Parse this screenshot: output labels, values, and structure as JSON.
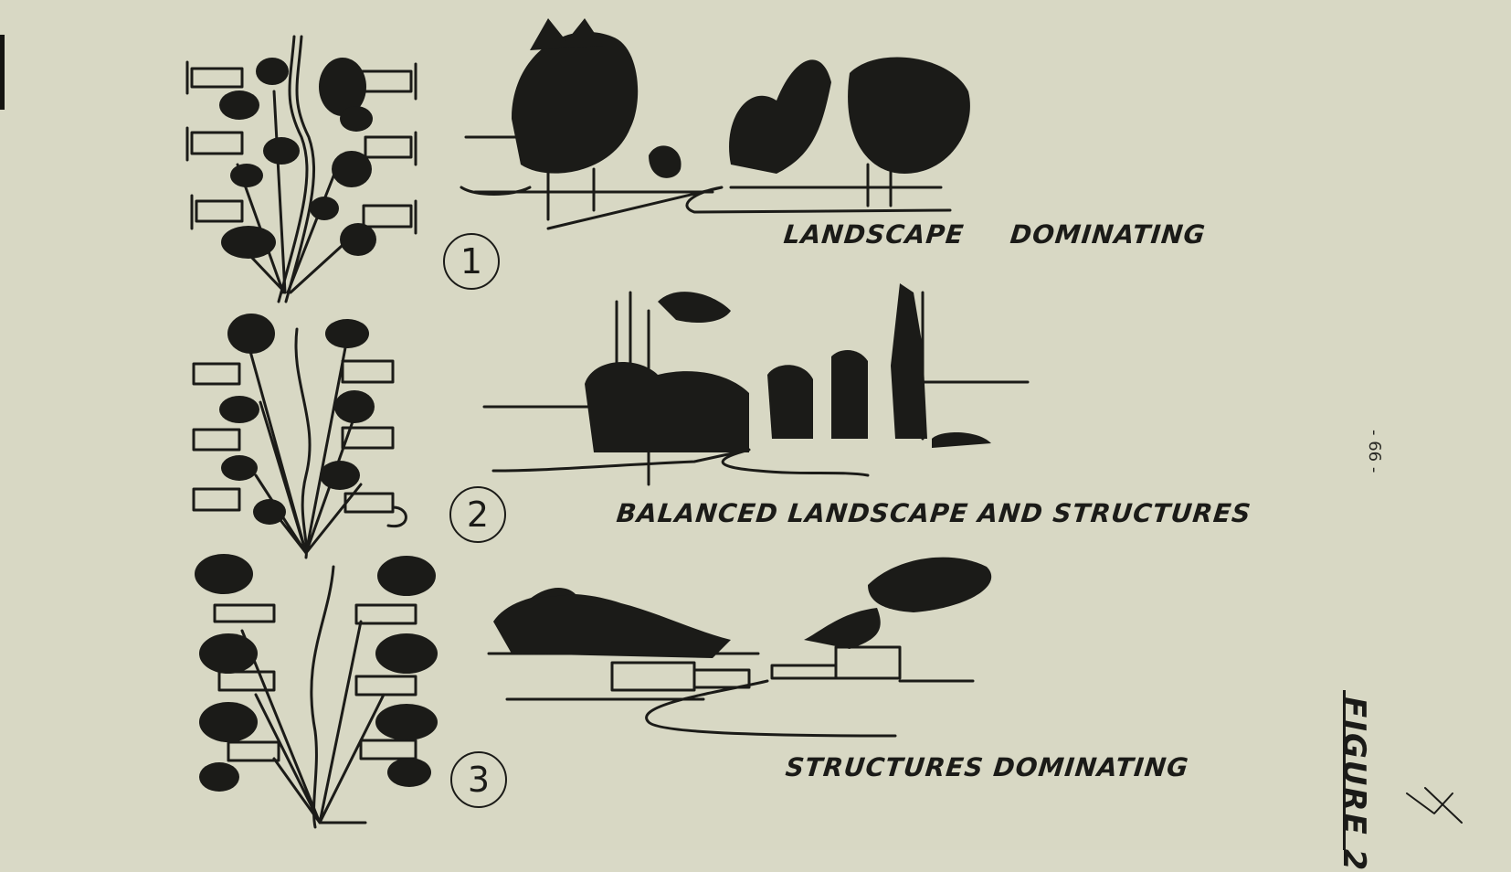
{
  "captions": {
    "c1": "LANDSCAPE DOMINATING",
    "c2": "BALANCED LANDSCAPE AND STRUCTURES",
    "c3": "STRUCTURES DOMINATING"
  },
  "markers": {
    "m1": "1",
    "m2": "2",
    "m3": "3"
  },
  "page_number": "- 66 -",
  "figure_label": "FIGURE 2"
}
